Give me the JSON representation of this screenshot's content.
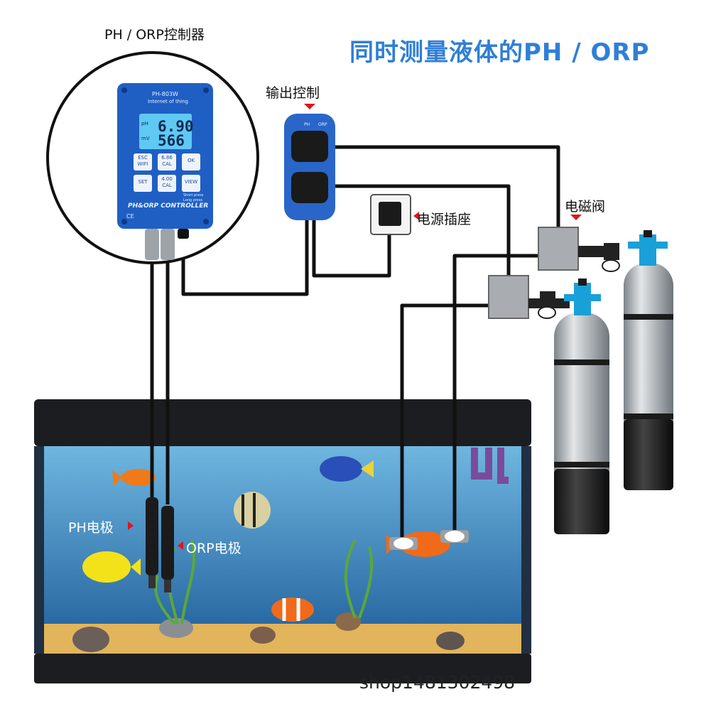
{
  "labels": {
    "main_title": "同时测量液体的PH / ORP",
    "controller_title": "PH / ORP控制器",
    "output_control": "输出控制",
    "power_socket": "电源插座",
    "solenoid_valve": "电磁阀",
    "ph_electrode": "PH电极",
    "orp_electrode": "ORP电极",
    "shop_watermark": "shop1481302498"
  },
  "device": {
    "model": "PH-803W",
    "subtitle": "Internet of thing",
    "ph_value": "6.90",
    "mv_value": "566",
    "ph_unit": "pH",
    "mv_unit": "mV",
    "keys": {
      "esc": "ESC",
      "wifi": "WIFI",
      "cal_up": "6.86",
      "cal_up_sub": "CAL",
      "ok": "OK",
      "set": "SET",
      "cal_down": "4.00",
      "cal_down_sub": "CAL",
      "view": "VIEW"
    },
    "legend_short": "Short press",
    "legend_long": "Long press",
    "footer": "PH&ORP CONTROLLER",
    "ce": "CE"
  },
  "relay": {
    "ph_tag": "PH",
    "orp_tag": "ORP"
  },
  "colors": {
    "title_blue": "#2f7fd6",
    "device_blue": "#1f5fc4",
    "lcd": "#5fc9f3",
    "cable": "#111111",
    "water_top": "#5aa6d6",
    "water_bottom": "#2b6fa8",
    "sand": "#e4b55a",
    "arrow_red": "#e0141e",
    "cylinder_gray": "#b8bec3",
    "valve_cyan": "#1aa0d8"
  }
}
